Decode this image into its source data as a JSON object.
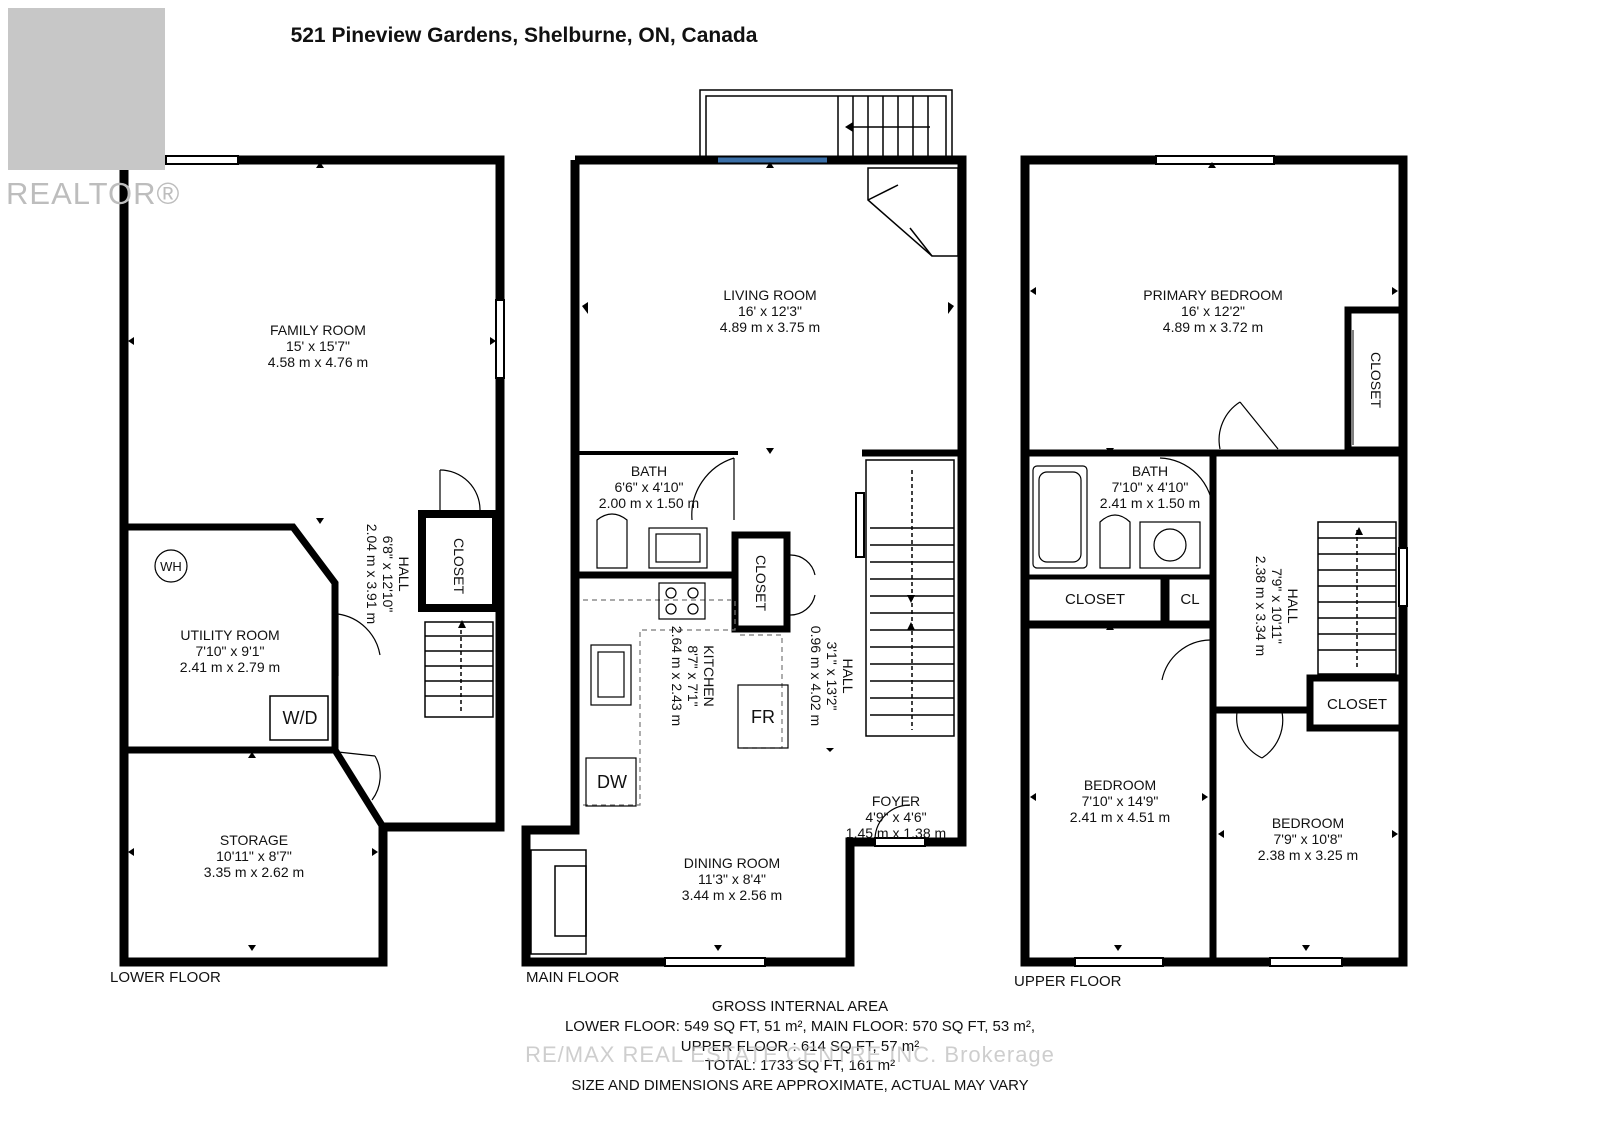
{
  "title": "521 Pineview Gardens, Shelburne, ON, Canada",
  "logo": {
    "text": "REALTOR®"
  },
  "floors": {
    "lower": {
      "label": "LOWER FLOOR",
      "rooms": {
        "family": {
          "name": "FAMILY ROOM",
          "imperial": "15' x 15'7\"",
          "metric": "4.58 m x 4.76 m"
        },
        "hall": {
          "name": "HALL",
          "imperial": "6'8\" x 12'10\"",
          "metric": "2.04 m x 3.91 m"
        },
        "closet": {
          "name": "CLOSET"
        },
        "utility": {
          "name": "UTILITY ROOM",
          "imperial": "7'10\" x 9'1\"",
          "metric": "2.41 m x 2.79 m"
        },
        "storage": {
          "name": "STORAGE",
          "imperial": "10'11\" x 8'7\"",
          "metric": "3.35 m x 2.62 m"
        }
      },
      "fixtures": {
        "wh": "WH",
        "wd": "W/D"
      }
    },
    "main": {
      "label": "MAIN FLOOR",
      "rooms": {
        "living": {
          "name": "LIVING ROOM",
          "imperial": "16' x 12'3\"",
          "metric": "4.89 m x 3.75 m"
        },
        "bath": {
          "name": "BATH",
          "imperial": "6'6\" x 4'10\"",
          "metric": "2.00 m x 1.50 m"
        },
        "closet": {
          "name": "CLOSET"
        },
        "kitchen": {
          "name": "KITCHEN",
          "imperial": "8'7\" x 7'1\"",
          "metric": "2.64 m x 2.43 m"
        },
        "hall": {
          "name": "HALL",
          "imperial": "3'1\" x 13'2\"",
          "metric": "0.96 m x 4.02 m"
        },
        "foyer": {
          "name": "FOYER",
          "imperial": "4'9\" x 4'6\"",
          "metric": "1.45 m x 1.38 m"
        },
        "dining": {
          "name": "DINING ROOM",
          "imperial": "11'3\" x 8'4\"",
          "metric": "3.44 m x 2.56 m"
        }
      },
      "fixtures": {
        "fr": "FR",
        "dw": "DW"
      }
    },
    "upper": {
      "label": "UPPER FLOOR",
      "rooms": {
        "primary": {
          "name": "PRIMARY BEDROOM",
          "imperial": "16' x 12'2\"",
          "metric": "4.89 m x 3.72 m"
        },
        "pcloset": {
          "name": "CLOSET"
        },
        "bath": {
          "name": "BATH",
          "imperial": "7'10\" x 4'10\"",
          "metric": "2.41 m x 1.50 m"
        },
        "hall": {
          "name": "HALL",
          "imperial": "7'9\" x 10'11\"",
          "metric": "2.38 m x 3.34 m"
        },
        "closet1": {
          "name": "CLOSET"
        },
        "cl": {
          "name": "CL"
        },
        "closet2": {
          "name": "CLOSET"
        },
        "bed1": {
          "name": "BEDROOM",
          "imperial": "7'10\" x 14'9\"",
          "metric": "2.41 m x 4.51 m"
        },
        "bed2": {
          "name": "BEDROOM",
          "imperial": "7'9\" x 10'8\"",
          "metric": "2.38 m x 3.25 m"
        }
      }
    }
  },
  "footer": {
    "heading": "GROSS INTERNAL AREA",
    "line1": "LOWER FLOOR: 549 SQ FT, 51 m², MAIN FLOOR: 570 SQ FT, 53 m²,",
    "line2": "UPPER FLOOR : 614 SQ FT, 57 m²",
    "line3": "TOTAL: 1733 SQ FT, 161 m²",
    "line4": "SIZE AND DIMENSIONS ARE APPROXIMATE, ACTUAL MAY VARY"
  },
  "watermark": "RE/MAX REAL ESTATE CENTRE INC. Brokerage"
}
